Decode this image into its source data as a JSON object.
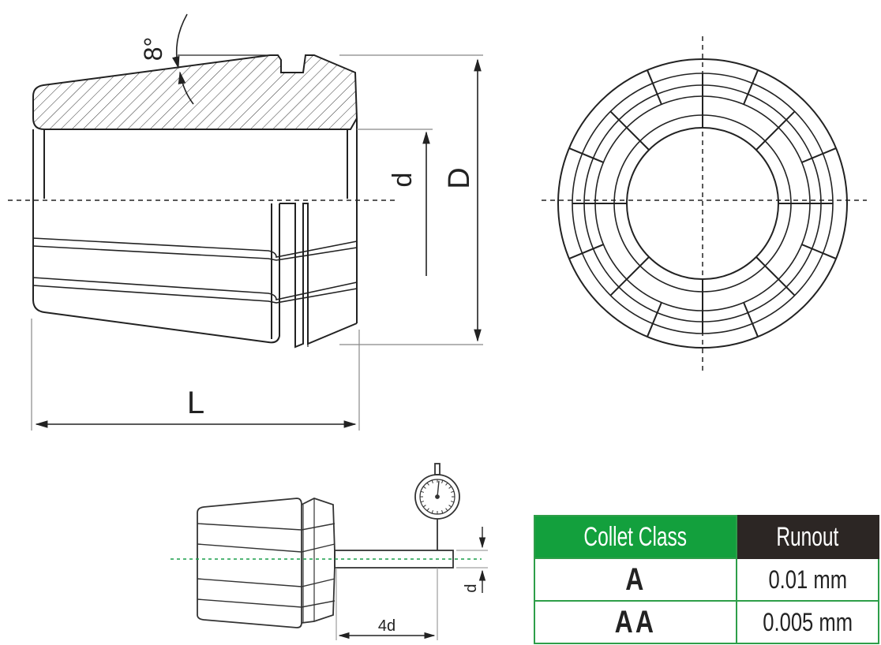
{
  "labels": {
    "angle": "8°",
    "inner_diameter": "d",
    "outer_diameter": "D",
    "length": "L",
    "test_offset": "4d",
    "test_diameter": "d"
  },
  "table": {
    "headers": [
      "Collet Class",
      "Runout"
    ],
    "rows": [
      {
        "class": "A",
        "runout": "0.01 mm"
      },
      {
        "class": "AA",
        "runout": "0.005 mm"
      }
    ]
  },
  "colors": {
    "header_green": "#13a03d",
    "header_dark": "#2c2624",
    "border_green": "#2e9e49",
    "centerline_green": "#1a9e4a"
  }
}
